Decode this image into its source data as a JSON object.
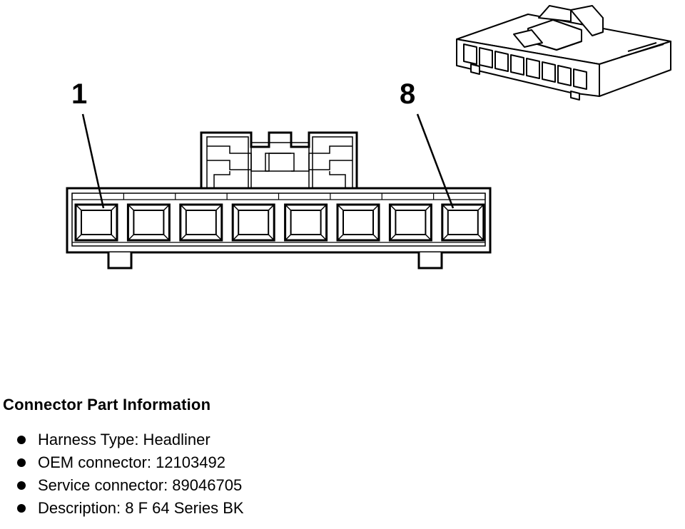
{
  "diagram": {
    "pin_labels": {
      "first": "1",
      "last": "8"
    },
    "pin_count": 8
  },
  "info": {
    "title": "Connector Part Information",
    "items": [
      "Harness Type: Headliner",
      "OEM connector: 12103492",
      "Service connector: 89046705",
      "Description: 8 F 64 Series BK"
    ]
  }
}
